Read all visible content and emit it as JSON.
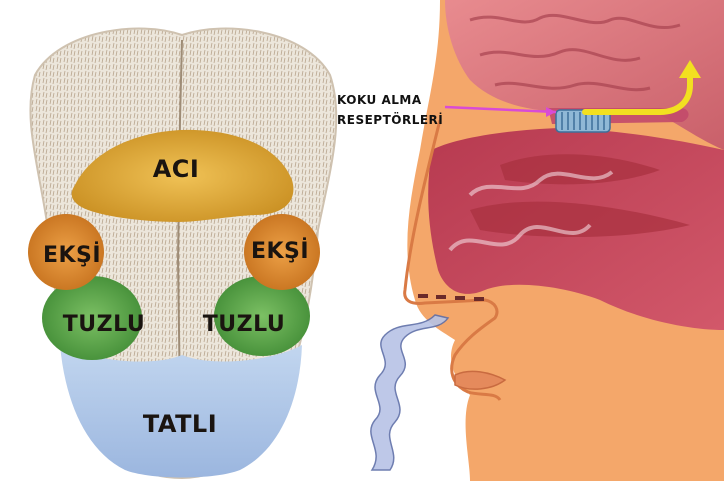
{
  "tongue": {
    "regions": {
      "bitter": "ACI",
      "sour_left": "EKŞİ",
      "sour_right": "EKŞİ",
      "salty_left": "TUZLU",
      "salty_right": "TUZLU",
      "sweet": "TATLI"
    },
    "colors": {
      "bitter": "#e3ad35",
      "sour": "#df8a2c",
      "salty": "#5ea54a",
      "sweet": "#a9c3e6",
      "tongue": "#e9e2d6"
    }
  },
  "nose": {
    "receptor_label_line1": "KOKU ALMA",
    "receptor_label_line2": "RESEPTÖRLERİ",
    "colors": {
      "pointer": "#d94bd6",
      "signal_arrow": "#f2e020",
      "skin": "#f6a46b",
      "cavity": "#c8485a",
      "brain": "#e07a80"
    }
  }
}
